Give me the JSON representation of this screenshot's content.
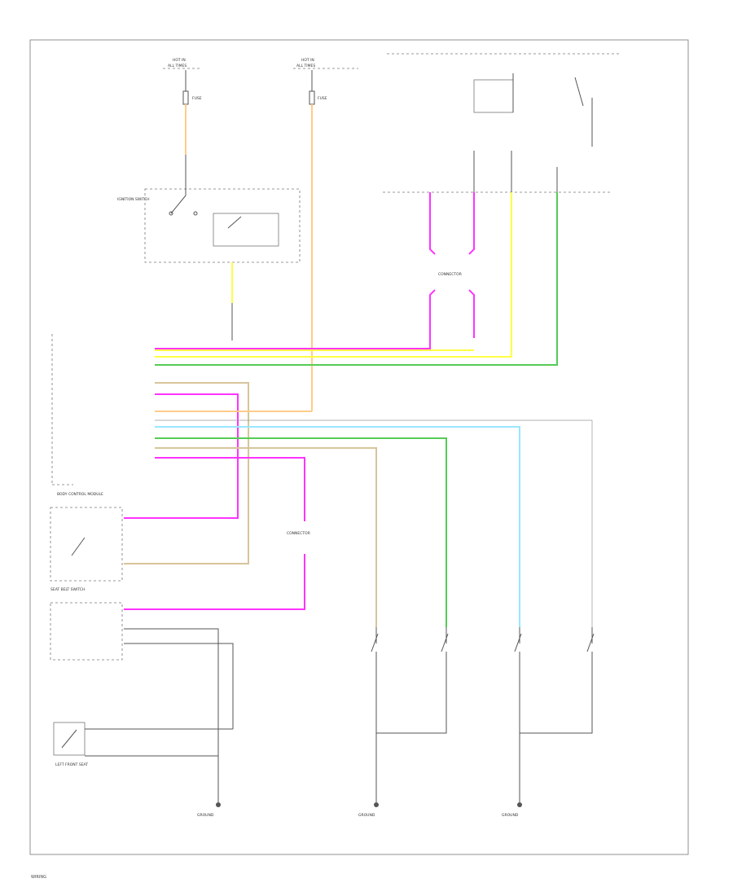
{
  "colors": {
    "pink": "#ff33ff",
    "yellow": "#ffff44",
    "green": "#55cc55",
    "orange": "#ffcc88",
    "tan": "#d8c49a",
    "cyan": "#99e6ff",
    "black": "#555555"
  },
  "labels": {
    "hot_left_top": "HOT IN",
    "hot_left_bot": "ALL TIMES",
    "hot_mid_top": "HOT IN",
    "hot_mid_bot": "ALL TIMES",
    "fuse_left": "FUSE",
    "fuse_mid": "FUSE",
    "ignition_switch": "IGNITION SWITCH",
    "connector_top": "CONNECTOR",
    "connector_mid": "CONNECTOR",
    "module_side": "BODY CONTROL MODULE",
    "seat_belt_sw": "SEAT BELT SWITCH",
    "left_front_seat": "LEFT FRONT SEAT",
    "ground_left": "GROUND",
    "ground_mid": "GROUND",
    "ground_right": "GROUND",
    "footer": "WIRING"
  }
}
